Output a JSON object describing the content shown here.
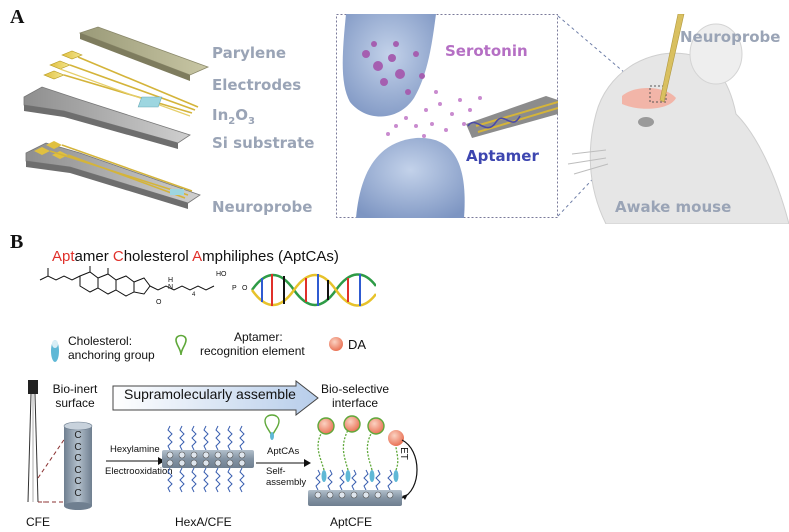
{
  "panel_a": {
    "label": "A",
    "layers": {
      "parylene": "Parylene",
      "electrodes": "Electrodes",
      "in2o3_base": "In",
      "in2o3_sub": "2",
      "in2o3_o": "O",
      "in2o3_sub2": "3",
      "si": "Si substrate",
      "neuroprobe": "Neuroprobe"
    },
    "synapse": {
      "serotonin": "Serotonin",
      "aptamer": "Aptamer"
    },
    "mouse": {
      "neuroprobe": "Neuroprobe",
      "awake": "Awake mouse"
    }
  },
  "panel_b": {
    "label": "B",
    "title": {
      "w1_red": "Apt",
      "w1_rest": "amer ",
      "w2_red": "C",
      "w2_rest": "holesterol ",
      "w3_red": "A",
      "w3_rest": "mphiliphes (AptCAs)"
    },
    "legend": {
      "cholesterol_1": "Cholesterol:",
      "cholesterol_2": "anchoring group",
      "aptamer_1": "Aptamer:",
      "aptamer_2": "recognition element",
      "da": "DA"
    },
    "bio_inert_1": "Bio-inert",
    "bio_inert_2": "surface",
    "arrow_label": "Supramolecularly assemble",
    "bio_selective_1": "Bio-selective",
    "bio_selective_2": "interface",
    "hexylamine": "Hexylamine",
    "electrooxidation": "Electrooxidation",
    "aptcas": "AptCAs",
    "self_1": "Self-",
    "self_2": "assembly",
    "et": "ET",
    "c_letter": "C",
    "cfe": "CFE",
    "hexa": "HexA/CFE",
    "aptcfe": "AptCFE",
    "mol_ho": "HO",
    "mol_o": "O",
    "mol_h": "H",
    "mol_n": "N",
    "mol_p": "P",
    "mol_4": "4"
  }
}
